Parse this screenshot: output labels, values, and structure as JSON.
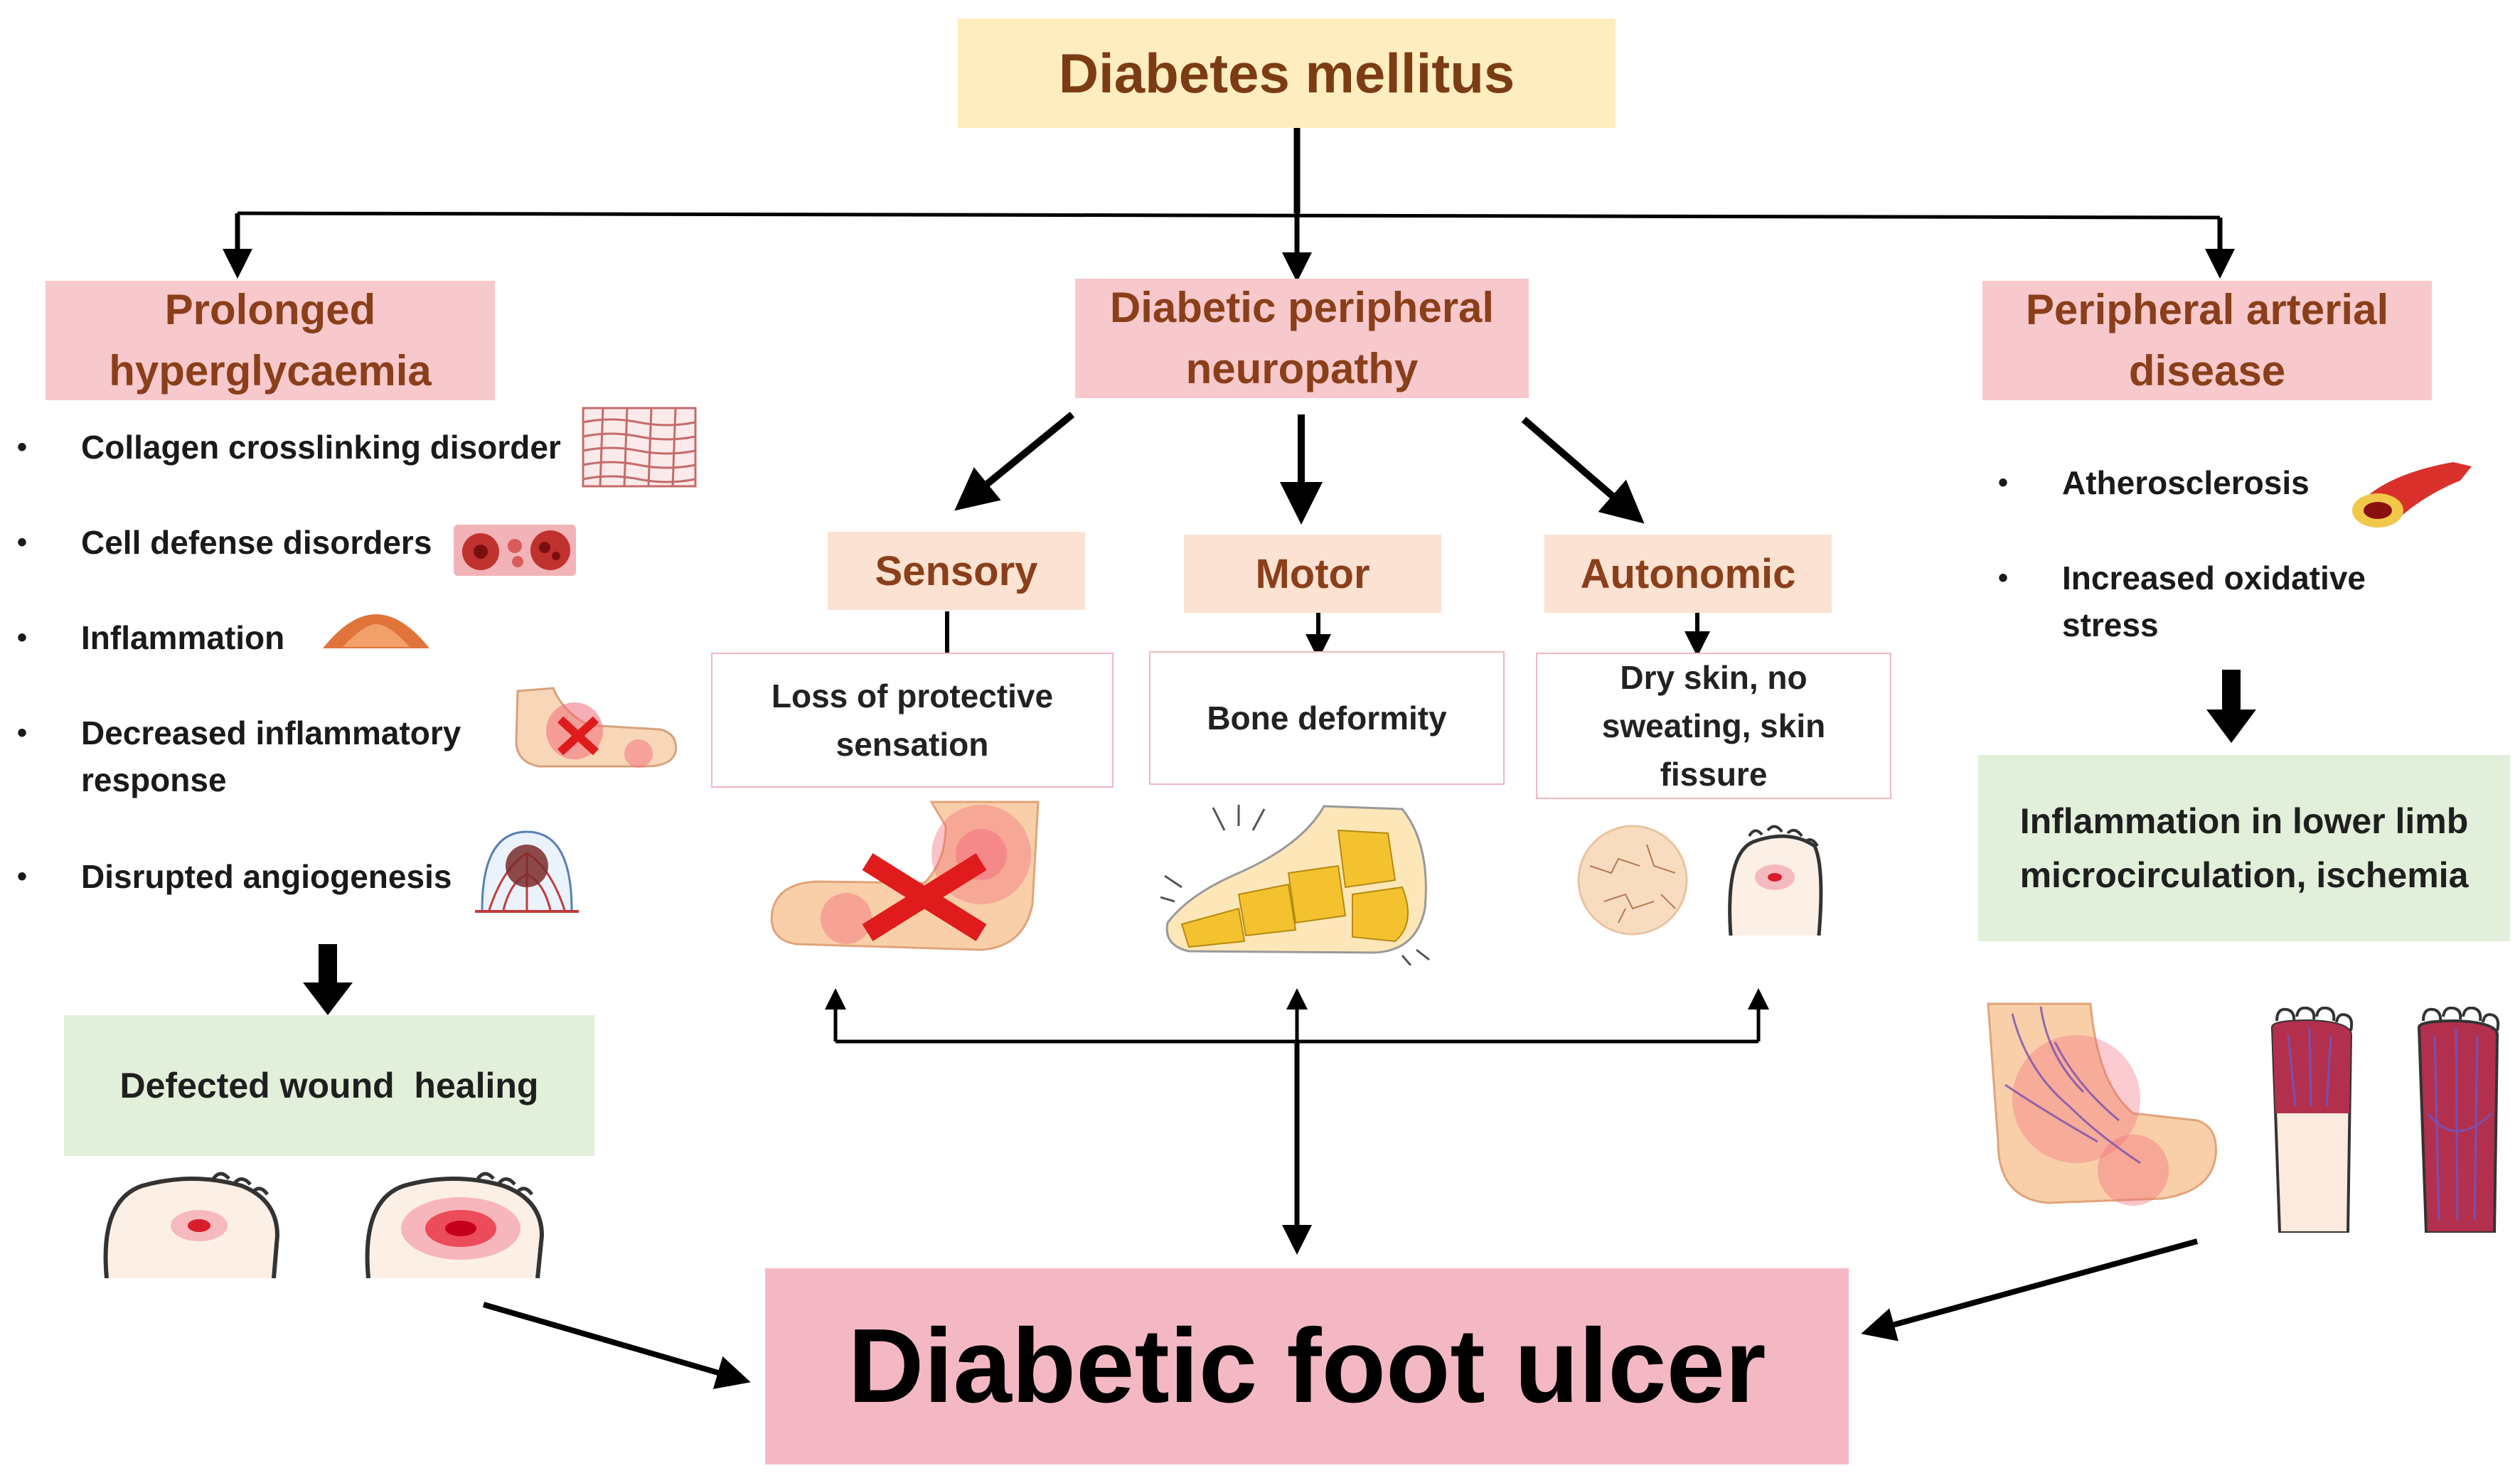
{
  "title": "Diabetes mellitus",
  "causes": {
    "hyperglycaemia": "Prolonged hyperglycaemia",
    "neuropathy": "Diabetic peripheral neuropathy",
    "arterial": "Peripheral arterial disease"
  },
  "hyperglycaemia_effects": [
    "Collagen crosslinking disorder",
    "Cell defense disorders",
    "Inflammation",
    "Decreased inflammatory response",
    "Disrupted angiogenesis"
  ],
  "hyperglycaemia_result": "Defected wound  healing",
  "neuropathy_types": {
    "sensory": "Sensory",
    "motor": "Motor",
    "autonomic": "Autonomic"
  },
  "neuropathy_effects": {
    "sensory": "Loss of protective sensation",
    "motor": "Bone deformity",
    "autonomic": "Dry skin, no sweating, skin fissure"
  },
  "arterial_effects": [
    "Atherosclerosis",
    "Increased oxidative stress"
  ],
  "arterial_result": "Inflammation  in lower limb microcirculation, ischemia",
  "outcome": "Diabetic foot ulcer",
  "colors": {
    "title_bg": "#fdedbf",
    "cause_bg": "#f7c9cc",
    "subtype_bg": "#fbe2d2",
    "result_bg": "#e2efda",
    "outcome_bg": "#f4b8c4",
    "header_text": "#8a3f1a"
  },
  "icons": [
    "collagen-mesh-icon",
    "cell-defense-icon",
    "inflammation-bump-icon",
    "inflamed-foot-icon",
    "angiogenesis-icon",
    "ulcer-sole-icon",
    "numb-foot-icon",
    "foot-bones-icon",
    "dry-skin-icon",
    "fissured-sole-icon",
    "artery-plaque-icon",
    "ischemic-foot-icon",
    "ischemic-toes-icon"
  ]
}
